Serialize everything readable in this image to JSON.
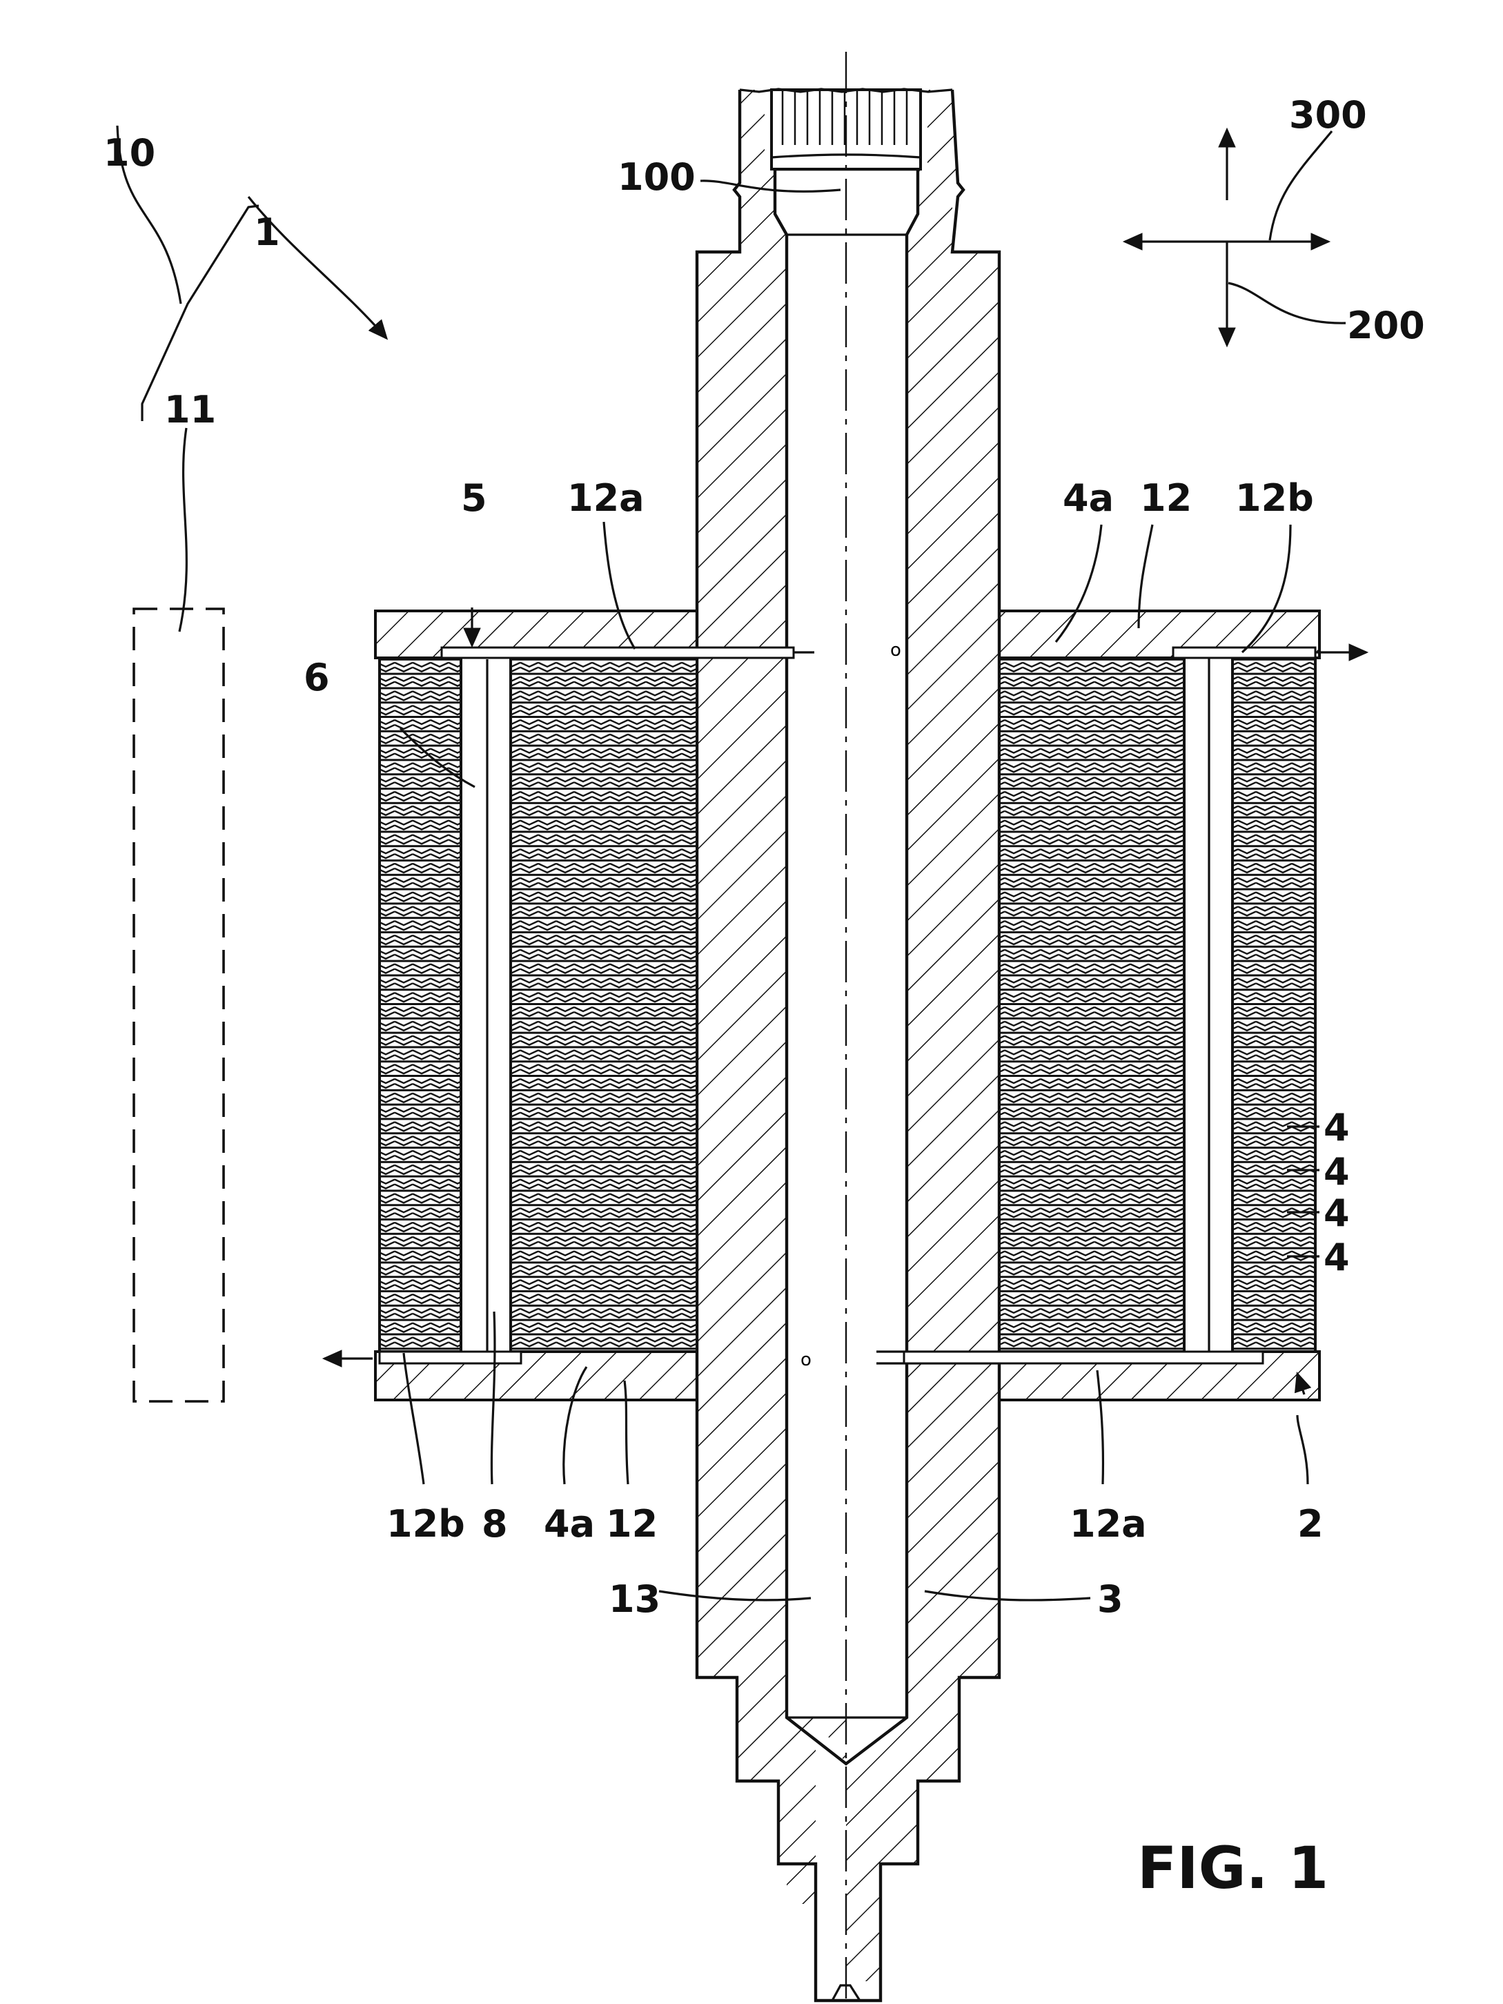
{
  "figure": {
    "caption": "FIG. 1",
    "colors": {
      "ink": "#111111",
      "paper": "#ffffff"
    }
  },
  "labels": {
    "l1": "1",
    "l2": "2",
    "l3": "3",
    "l4a": "4",
    "l4b": "4",
    "l4c": "4",
    "l4d": "4",
    "l4a_top": "4a",
    "l4a_bot": "4a",
    "l5": "5",
    "l6": "6",
    "l8": "8",
    "l10": "10",
    "l11": "11",
    "l12_top": "12",
    "l12_bot": "12",
    "l12a_top": "12a",
    "l12a_bot": "12a",
    "l12b_top": "12b",
    "l12b_bot": "12b",
    "l13": "13",
    "l100": "100",
    "l200": "200",
    "l300": "300"
  }
}
